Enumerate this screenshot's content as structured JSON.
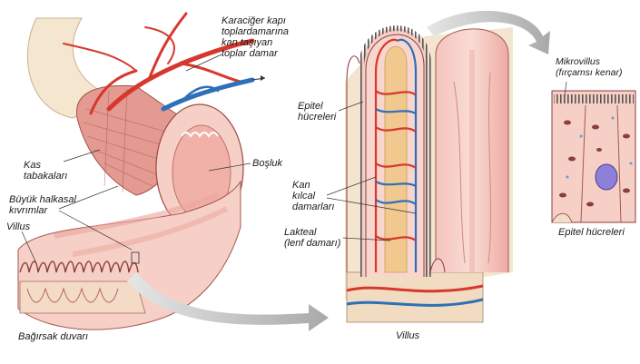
{
  "labels": {
    "portal_vein": "Karaciğer kapı\ntoplardamarına\nkan taşıyan\ntoplar damar",
    "muscle_layers": "Kas\ntabakaları",
    "lumen": "Boşluk",
    "circular_folds": "Büyük halkasal\nkıvrımlar",
    "villus_left": "Villus",
    "intestinal_wall": "Bağırsak duvarı",
    "epithelial_cells": "Epitel\nhücreleri",
    "capillaries": "Kan\nkılcal\ndamarları",
    "lacteal": "Lakteal\n(lenf damarı)",
    "villus_center": "Villus",
    "microvillus": "Mikrovillus\n(fırçamsı kenar)",
    "epithelial_cells_right": "Epitel hücreleri"
  },
  "colors": {
    "tissue_pink": "#f2b8b3",
    "tissue_light": "#f8d9cf",
    "artery_red": "#d7382e",
    "vein_blue": "#2f6fb8",
    "lacteal_tan": "#f1c98f",
    "arrow_gray": "#b8b8b8"
  }
}
